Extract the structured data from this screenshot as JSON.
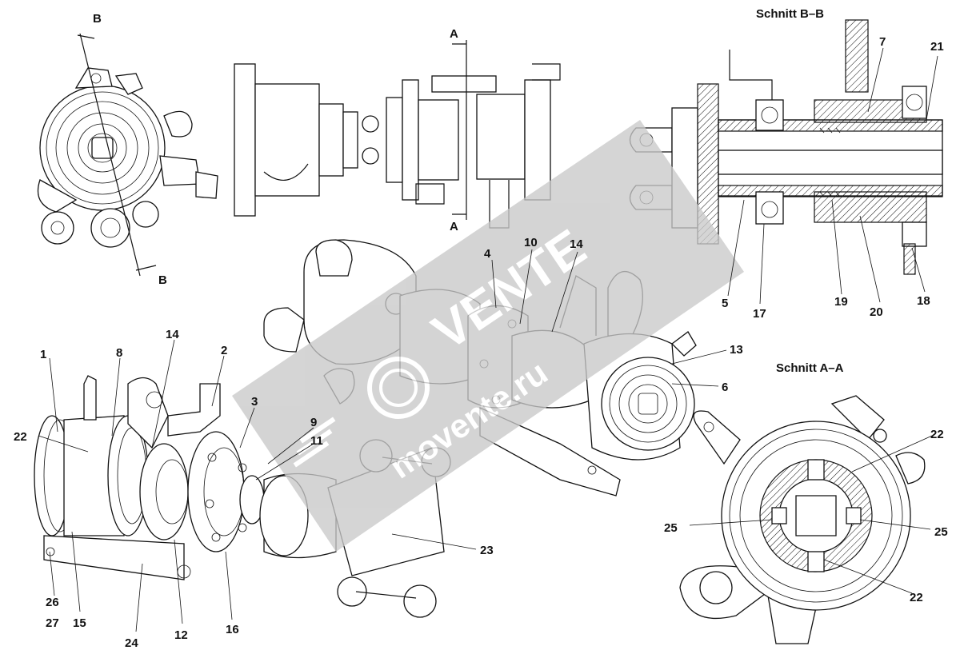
{
  "sections": {
    "section_bb": "Schnitt B–B",
    "section_aa": "Schnitt A–A"
  },
  "cut_markers": {
    "b_top": "B",
    "b_bottom": "B",
    "a_top": "A",
    "a_bottom": "A"
  },
  "callouts": {
    "c1": "1",
    "c2": "2",
    "c3": "3",
    "c4": "4",
    "c5": "5",
    "c6": "6",
    "c7": "7",
    "c8": "8",
    "c9": "9",
    "c10": "10",
    "c11": "11",
    "c12": "12",
    "c13": "13",
    "c14a": "14",
    "c14b": "14",
    "c15": "15",
    "c16": "16",
    "c17": "17",
    "c18": "18",
    "c19": "19",
    "c20": "20",
    "c21": "21",
    "c22a": "22",
    "c22b": "22",
    "c22c": "22",
    "c23": "23",
    "c24": "24",
    "c25a": "25",
    "c25b": "25",
    "c26": "26",
    "c27": "27"
  },
  "watermark": {
    "brand": "VENTE",
    "site": "movente.ru"
  },
  "colors": {
    "line": "#111111",
    "watermark_band": "#c9c9c9"
  }
}
